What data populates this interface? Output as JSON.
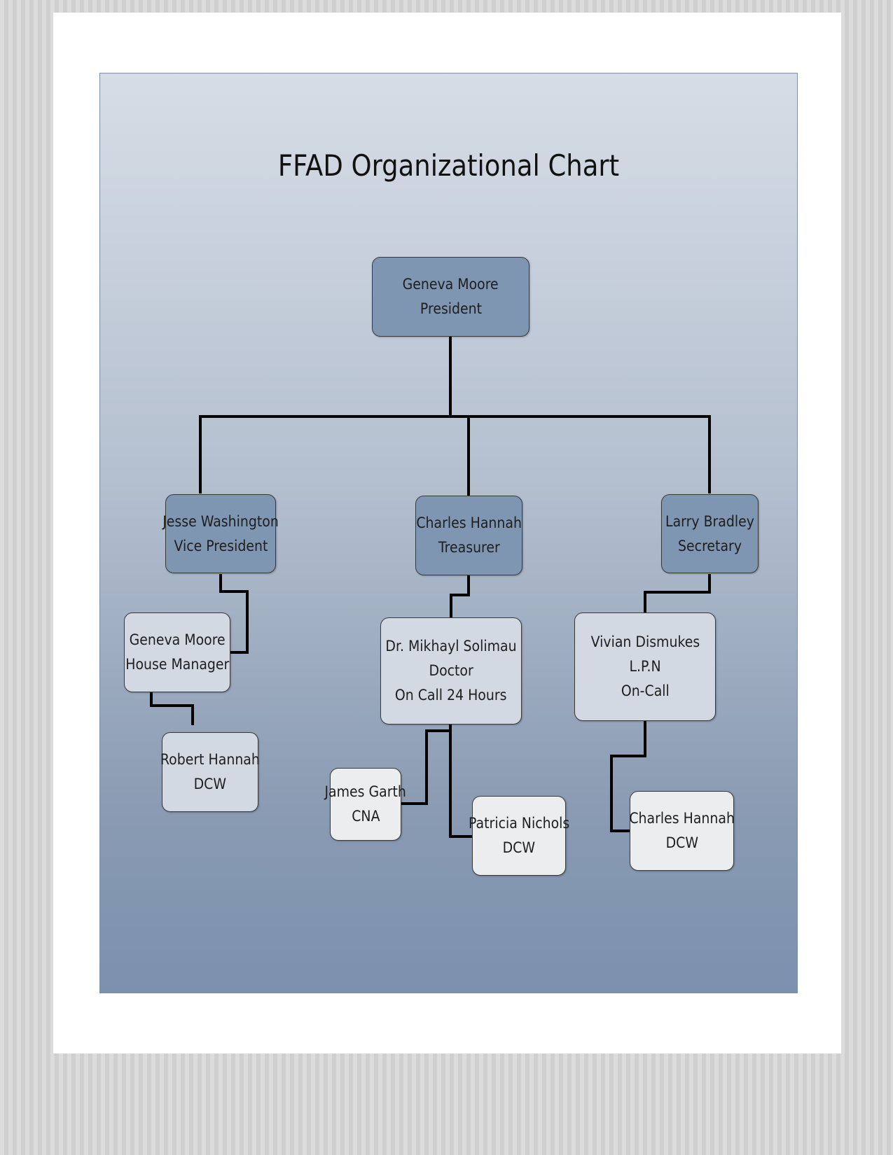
{
  "title": "FFAD Organizational Chart",
  "colors": {
    "top_box": "#7f96b2",
    "mid_box": "#d2d9e3",
    "low_box": "#ecedee",
    "connector": "#000000"
  },
  "nodes": {
    "president": {
      "name": "Geneva Moore",
      "role": "President"
    },
    "vice_president": {
      "name": "Jesse Washington",
      "role": "Vice President"
    },
    "treasurer": {
      "name": "Charles Hannah",
      "role": "Treasurer"
    },
    "secretary": {
      "name": "Larry Bradley",
      "role": "Secretary"
    },
    "house_manager": {
      "name": "Geneva Moore",
      "role": "House Manager"
    },
    "doctor": {
      "name": "Dr. Mikhayl Solimau",
      "role": "Doctor",
      "note": "On Call 24 Hours"
    },
    "lpn": {
      "name": "Vivian Dismukes",
      "role": "L.P.N",
      "note": "On-Call"
    },
    "dcw_robert": {
      "name": "Robert Hannah",
      "role": "DCW"
    },
    "cna_james": {
      "name": "James Garth",
      "role": "CNA"
    },
    "dcw_patricia": {
      "name": "Patricia Nichols",
      "role": "DCW"
    },
    "dcw_charles": {
      "name": "Charles Hannah",
      "role": "DCW"
    }
  }
}
